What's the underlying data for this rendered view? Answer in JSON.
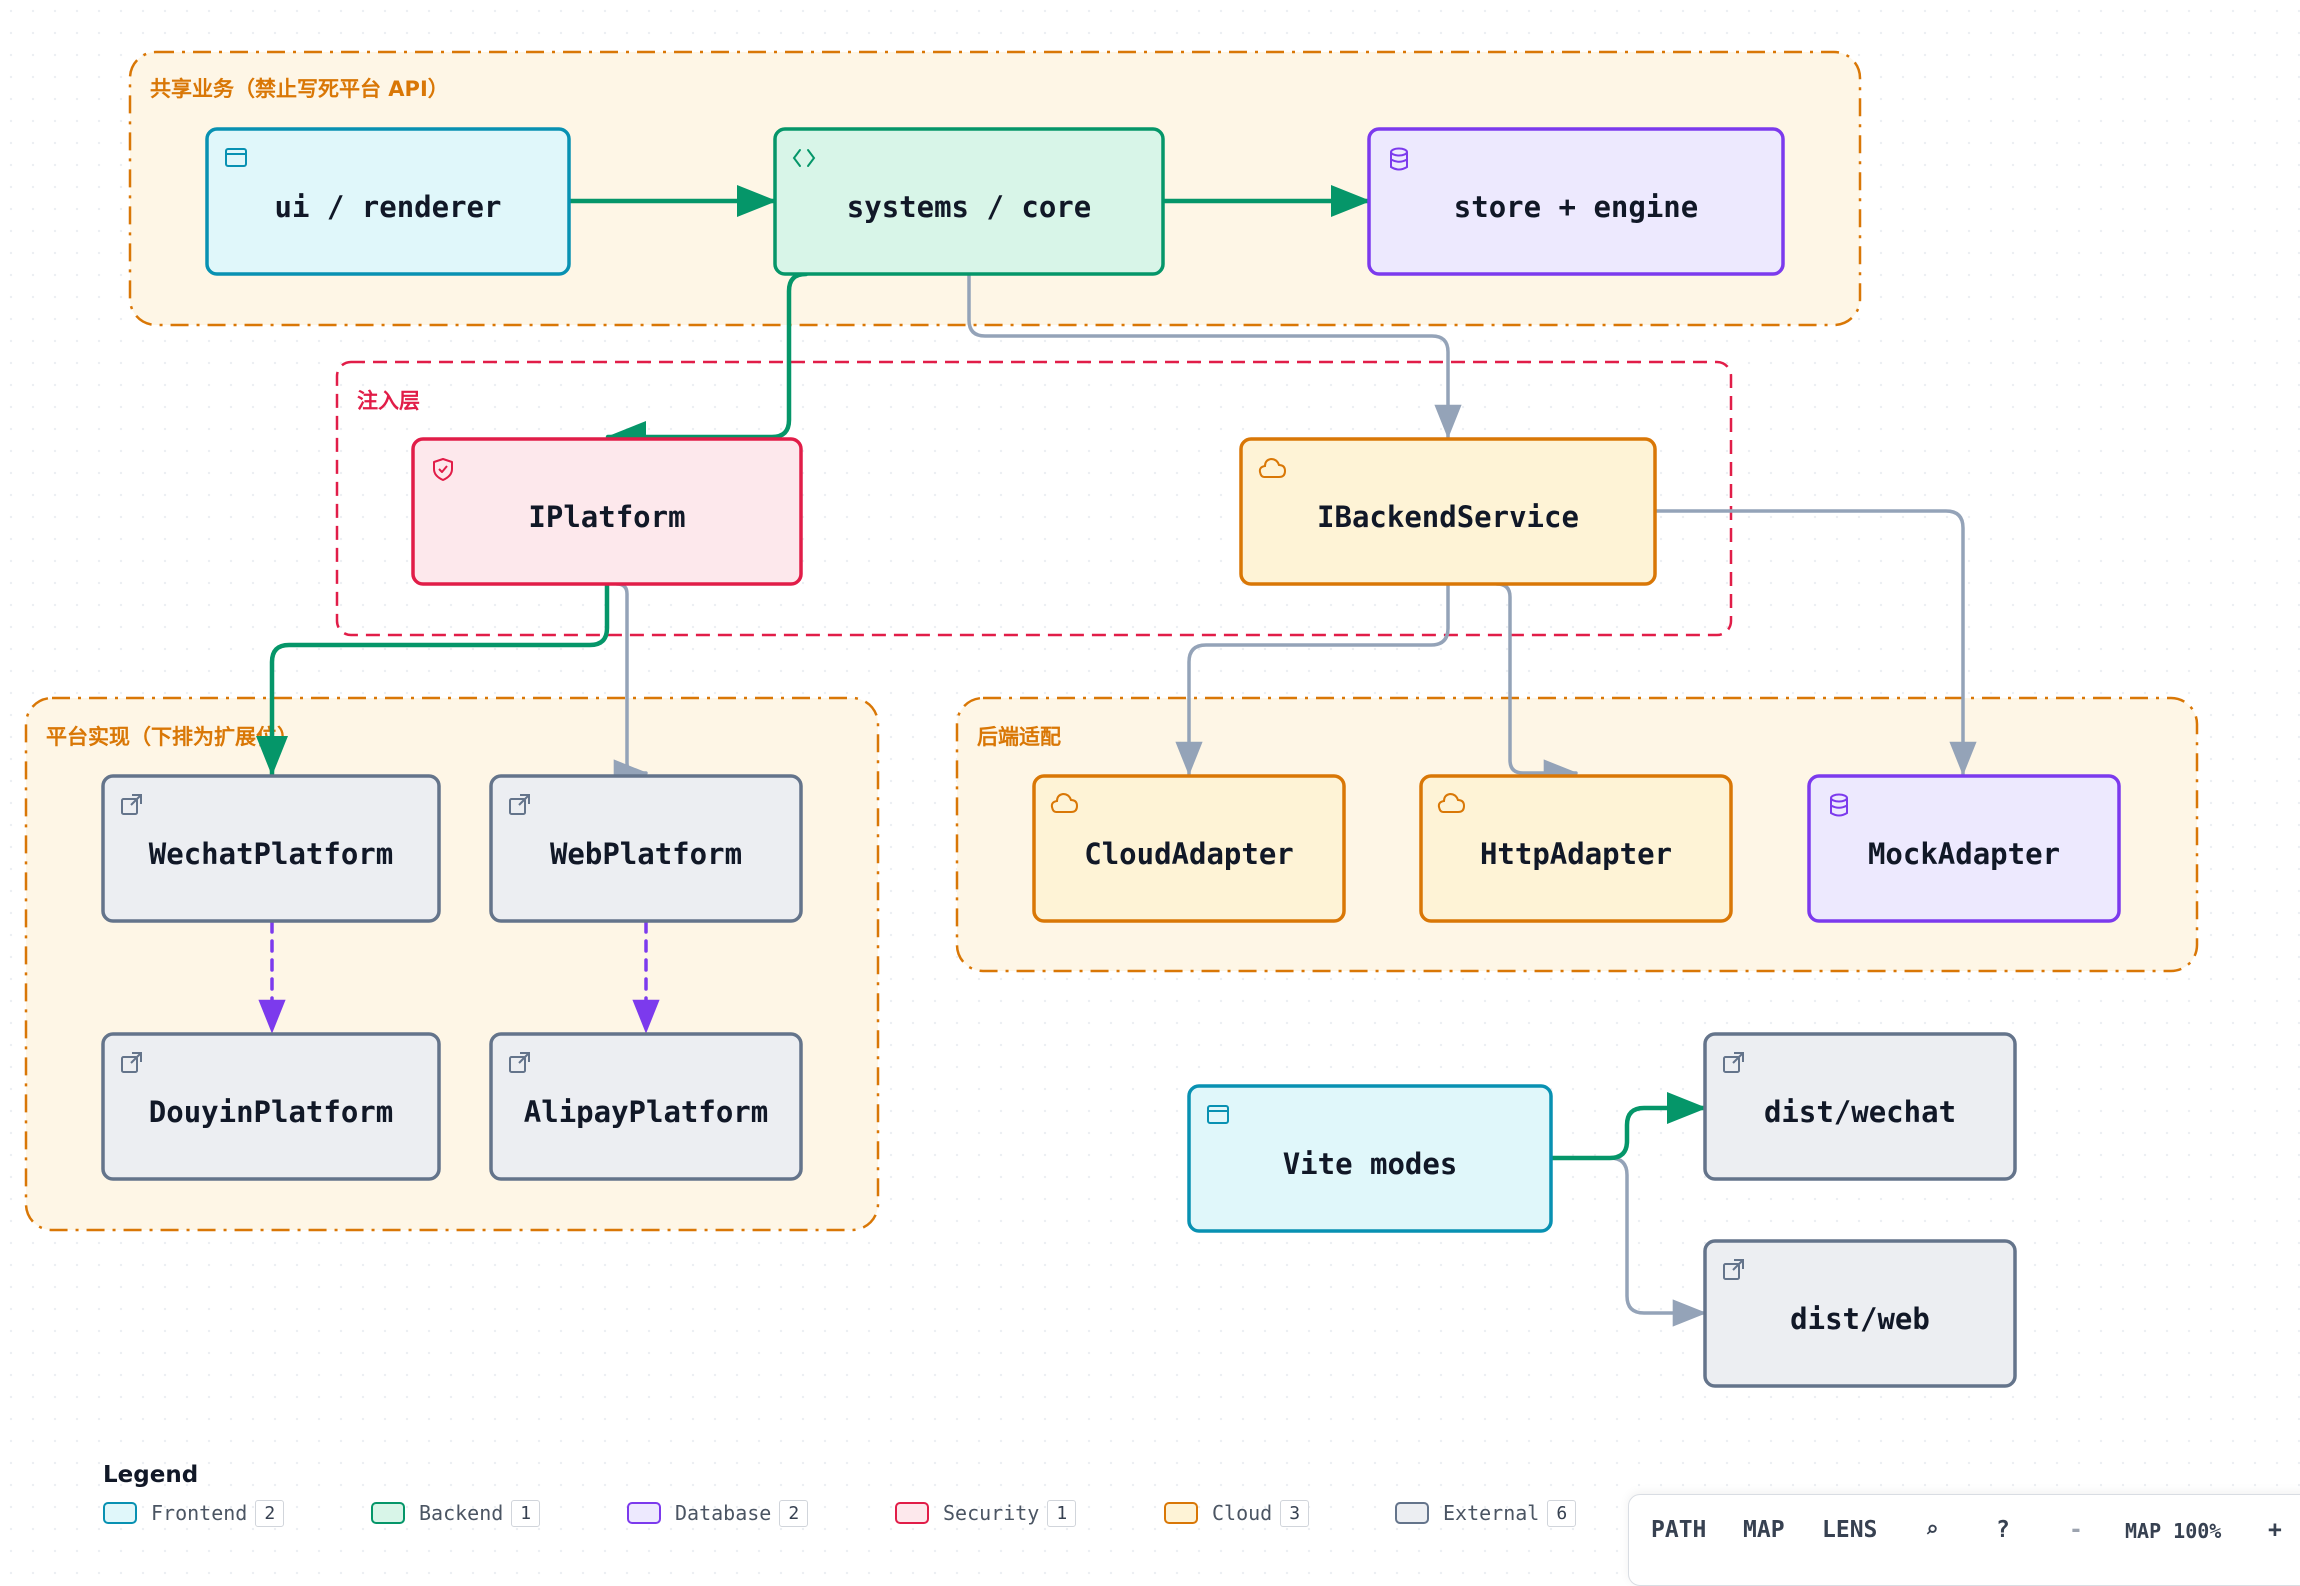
{
  "groups": {
    "shared": "共享业务（禁止写死平台 API）",
    "inject": "注入层",
    "platform": "平台实现（下排为扩展位）",
    "backend": "后端适配"
  },
  "nodes": {
    "ui_renderer": "ui / renderer",
    "systems_core": "systems / core",
    "store_engine": "store + engine",
    "iplatform": "IPlatform",
    "ibackendservice": "IBackendService",
    "wechat_platform": "WechatPlatform",
    "web_platform": "WebPlatform",
    "douyin_platform": "DouyinPlatform",
    "alipay_platform": "AlipayPlatform",
    "cloud_adapter": "CloudAdapter",
    "http_adapter": "HttpAdapter",
    "mock_adapter": "MockAdapter",
    "vite_modes": "Vite modes",
    "dist_wechat": "dist/wechat",
    "dist_web": "dist/web"
  },
  "node_icons": {
    "ui_renderer": "browser-window-icon",
    "systems_core": "code-brackets-icon",
    "store_engine": "database-icon",
    "iplatform": "shield-check-icon",
    "ibackendservice": "cloud-icon",
    "wechat_platform": "external-link-icon",
    "web_platform": "external-link-icon",
    "douyin_platform": "external-link-icon",
    "alipay_platform": "external-link-icon",
    "cloud_adapter": "cloud-icon",
    "http_adapter": "cloud-icon",
    "mock_adapter": "database-icon",
    "vite_modes": "browser-window-icon",
    "dist_wechat": "external-link-icon",
    "dist_web": "external-link-icon"
  },
  "edges": [
    {
      "from": "ui_renderer",
      "to": "systems_core",
      "style": "primary"
    },
    {
      "from": "systems_core",
      "to": "store_engine",
      "style": "primary"
    },
    {
      "from": "systems_core",
      "to": "iplatform",
      "style": "primary"
    },
    {
      "from": "systems_core",
      "to": "ibackendservice",
      "style": "secondary"
    },
    {
      "from": "iplatform",
      "to": "wechat_platform",
      "style": "primary"
    },
    {
      "from": "iplatform",
      "to": "web_platform",
      "style": "secondary"
    },
    {
      "from": "ibackendservice",
      "to": "cloud_adapter",
      "style": "secondary"
    },
    {
      "from": "ibackendservice",
      "to": "http_adapter",
      "style": "secondary"
    },
    {
      "from": "ibackendservice",
      "to": "mock_adapter",
      "style": "secondary"
    },
    {
      "from": "wechat_platform",
      "to": "douyin_platform",
      "style": "extension"
    },
    {
      "from": "web_platform",
      "to": "alipay_platform",
      "style": "extension"
    },
    {
      "from": "vite_modes",
      "to": "dist_wechat",
      "style": "primary"
    },
    {
      "from": "vite_modes",
      "to": "dist_web",
      "style": "secondary"
    }
  ],
  "colors": {
    "frontend": {
      "fill": "#e0f7fa",
      "stroke": "#0891b2"
    },
    "backend": {
      "fill": "#d8f5e8",
      "stroke": "#059669"
    },
    "database": {
      "fill": "#ede9fe",
      "stroke": "#7c3aed"
    },
    "security": {
      "fill": "#fde8ec",
      "stroke": "#e11d48"
    },
    "cloud": {
      "fill": "#fef3d6",
      "stroke": "#d97706"
    },
    "external": {
      "fill": "#eceef2",
      "stroke": "#64748b"
    },
    "group_orange": "#d97706",
    "group_red": "#e11d48",
    "edge_primary": "#059669",
    "edge_secondary": "#94a3b8",
    "edge_extension": "#7c3aed"
  },
  "legend": {
    "title": "Legend",
    "items": [
      {
        "label": "Frontend",
        "count": "2"
      },
      {
        "label": "Backend",
        "count": "1"
      },
      {
        "label": "Database",
        "count": "2"
      },
      {
        "label": "Security",
        "count": "1"
      },
      {
        "label": "Cloud",
        "count": "3"
      },
      {
        "label": "External",
        "count": "6"
      }
    ]
  },
  "toolbar": {
    "path": "PATH",
    "map": "MAP",
    "lens": "LENS",
    "search": "⌕",
    "help": "?",
    "zoom_out": "-",
    "zoom_level": "MAP 100%",
    "zoom_in": "+"
  }
}
